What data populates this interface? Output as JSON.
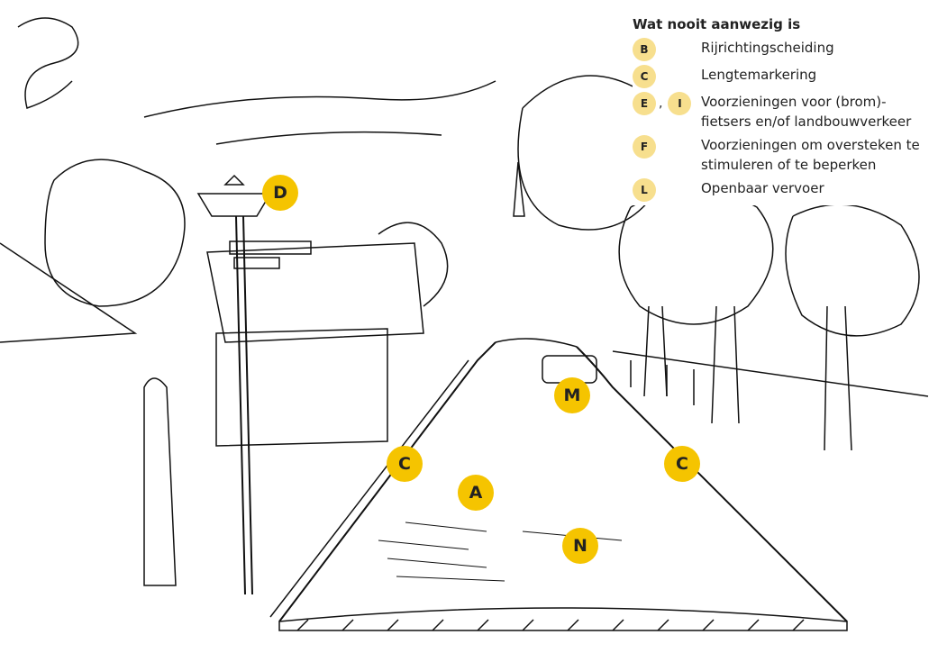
{
  "legend": {
    "title": "Wat nooit aanwezig is",
    "items": [
      {
        "badges": [
          "B"
        ],
        "label": "Rijrichtingscheiding"
      },
      {
        "badges": [
          "C"
        ],
        "label": "Lengtemarkering"
      },
      {
        "badges": [
          "E",
          "I"
        ],
        "separator": ",",
        "label": "Voorzieningen voor (brom)-fietsers en/of landbouwverkeer"
      },
      {
        "badges": [
          "F"
        ],
        "label": "Voorzieningen om oversteken te stimuleren of te beperken"
      },
      {
        "badges": [
          "L"
        ],
        "label": "Openbaar vervoer"
      }
    ]
  },
  "markers": {
    "D": "D",
    "M": "M",
    "C_left": "C",
    "C_right": "C",
    "A": "A",
    "N": "N"
  },
  "colors": {
    "marker": "#f5c400",
    "legend_badge": "#f7df8e",
    "ink": "#111111"
  }
}
